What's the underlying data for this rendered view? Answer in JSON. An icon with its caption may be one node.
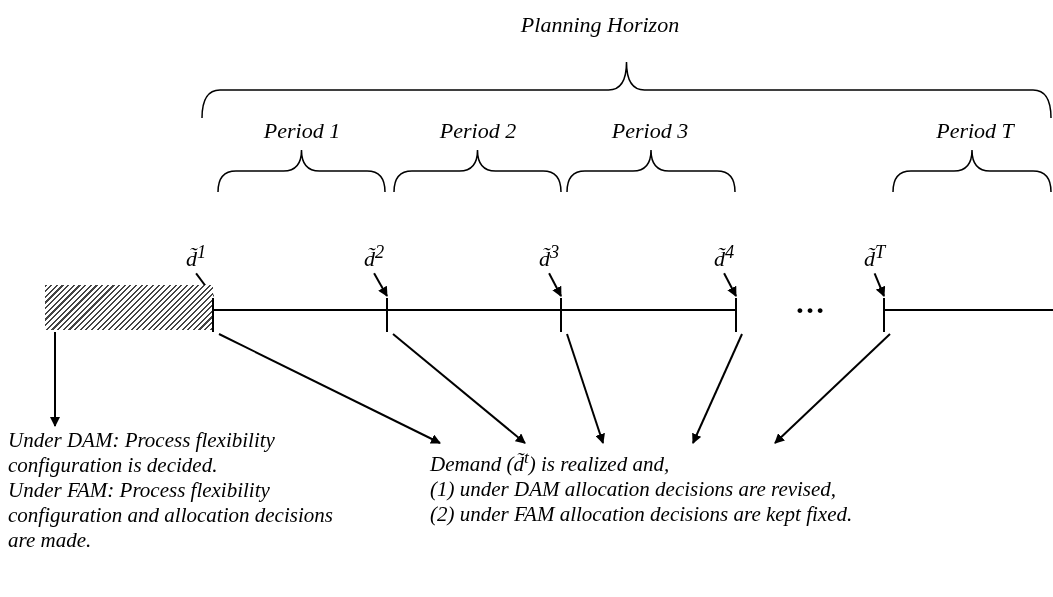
{
  "diagram": {
    "nodes": [
      {
        "text": [],
        "shape": "bar"
      },
      {
        "text": [
          "Under DAM: Process flexibility configuration is decided.",
          "Under FAM: Process flexibility configuration and allocation decisions are made."
        ]
      },
      {
        "text": [
          "Demand (d̃$^{t}$) is realized and,",
          "(1) under DAM allocation decisions are revised,",
          "(2) under FAM allocation decisions are kept fixed."
        ]
      },
      {
        "text": [
          "d̃$^{1}$"
        ]
      },
      {
        "text": [
          "d̃$^{2}$"
        ]
      },
      {
        "text": [
          "d̃$^{3}$"
        ]
      },
      {
        "text": [
          "d̃$^{4}$"
        ]
      },
      {
        "text": [
          "d̃$^{T}$"
        ]
      },
      {
        "text": [],
        "shape": "bar"
      },
      {
        "text": [],
        "shape": "bar"
      },
      {
        "text": [],
        "shape": "bar"
      },
      {
        "text": [],
        "shape": "bar"
      },
      {
        "text": [],
        "shape": "bar"
      }
    ],
    "edges": [
      {
        "from": 0,
        "to": 1,
        "arrow": "to"
      },
      {
        "from": 3,
        "to": 8,
        "arrow": "to"
      },
      {
        "from": 4,
        "to": 9,
        "arrow": "to"
      },
      {
        "from": 5,
        "to": 10,
        "arrow": "to"
      },
      {
        "from": 6,
        "to": 11,
        "arrow": "to"
      },
      {
        "from": 7,
        "to": 12,
        "arrow": "to"
      },
      {
        "from": 8,
        "to": 2,
        "arrow": "to"
      },
      {
        "from": 9,
        "to": 2,
        "arrow": "to"
      },
      {
        "from": 10,
        "to": 2,
        "arrow": "to"
      },
      {
        "from": 11,
        "to": 2,
        "arrow": "to"
      },
      {
        "from": 12,
        "to": 2,
        "arrow": "to"
      }
    ],
    "labels": [
      "Planning Horizon",
      "Period 1",
      "Period 2",
      "Period 3",
      "Period T",
      "…"
    ]
  }
}
